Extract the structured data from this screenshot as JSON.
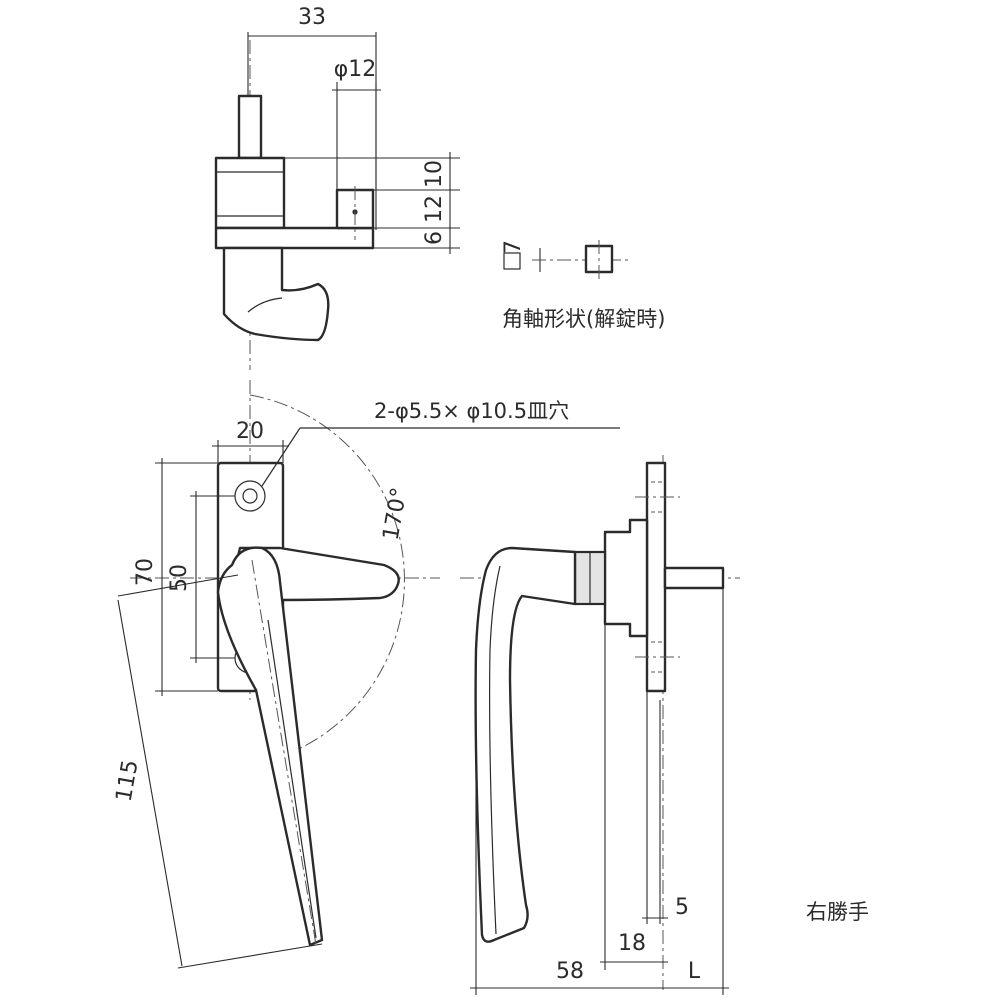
{
  "dimensions": {
    "d33": "33",
    "phi12": "φ12",
    "d10": "10",
    "d12": "12",
    "d6": "6",
    "sq7": "7",
    "d20": "20",
    "d70": "70",
    "d50": "50",
    "d115": "115",
    "angle": "170°",
    "d5": "5",
    "d18": "18",
    "d58": "58",
    "L": "L"
  },
  "labels": {
    "square_shaft": "角軸形状(解錠時)",
    "holes": "2-φ5.5× φ10.5皿穴",
    "hand": "右勝手"
  }
}
